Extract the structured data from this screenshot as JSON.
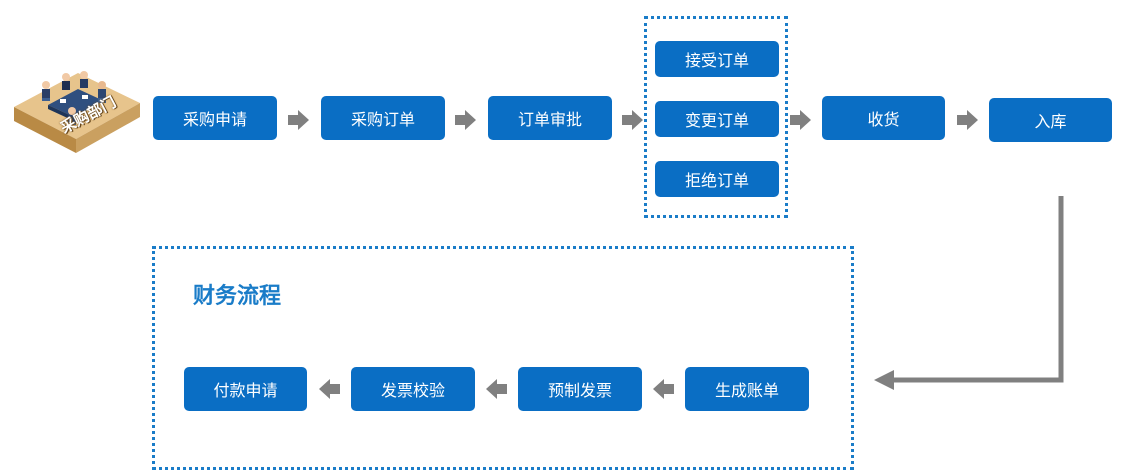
{
  "department": {
    "label": "采购部门",
    "icon": "meeting-team-illustration"
  },
  "purchase_flow": {
    "steps": [
      "采购申请",
      "采购订单",
      "订单审批"
    ],
    "order_options": [
      "接受订单",
      "变更订单",
      "拒绝订单"
    ],
    "after_steps": [
      "收货",
      "入库"
    ]
  },
  "finance_flow": {
    "title": "财务流程",
    "steps": [
      "付款申请",
      "发票校验",
      "预制发票",
      "生成账单"
    ]
  },
  "colors": {
    "box_fill": "#0a6ec4",
    "box_text": "#ffffff",
    "arrow": "#808080",
    "dotted_border": "#1a7cc8"
  }
}
